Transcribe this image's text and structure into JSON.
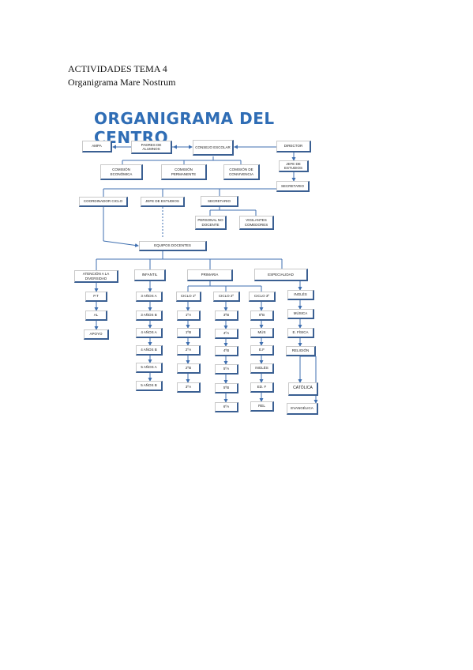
{
  "header": {
    "line1": "ACTIVIDADES TEMA 4",
    "line2": "Organigrama Mare Nostrum"
  },
  "chart_title": "ORGANIGRAMA DEL CENTRO",
  "boxes": {
    "ampa": "AMPA",
    "padres": "PADRES DE ALUMNOS",
    "consejo": "CONSEJO ESCOLAR",
    "director": "DIRECTOR",
    "jefe_estudios_top": "JEFE DE ESTUDIOS",
    "secretario_top": "SECRETARIO",
    "comision_economica": "COMISIÓN ECONÓMICA",
    "comision_permanente": "COMISIÓN PERMANENTE",
    "comision_convivencia": "COMISIÓN DE CONVIVENCIA",
    "coordinador": "COORDINADOR CICLO",
    "jefe_estudios": "JEFE DE ESTUDIOS",
    "secretario": "SECRETARIO",
    "personal_docente": "PERSONAL NO DOCENTE",
    "vigilantes": "VIGILANTES COMEDORES",
    "equipos": "EQUIPOS DOCENTES",
    "diversidad": "ATENCIÓN A LA DIVERSIDAD",
    "infantil": "INFANTIL",
    "primaria": "PRIMARIA",
    "especialidad": "ESPECIALIDAD",
    "pt": "P.T",
    "al": "AL",
    "apoyo": "APOYO",
    "inf1": "3 AÑOS A",
    "inf2": "3 AÑOS B",
    "inf3": "4 AÑOS A",
    "inf4": "4 AÑOS B",
    "inf5": "5 AÑOS A",
    "inf6": "5 AÑOS B",
    "c1_1": "CICLO 1º",
    "c1_2": "1ºA",
    "c1_3": "1ºB",
    "c1_4": "2ºA",
    "c1_5": "2ºB",
    "c1_6": "3ºA",
    "c2_1": "CICLO 2º",
    "c2_2": "3ºB",
    "c2_3": "4ºA",
    "c2_4": "4ºB",
    "c2_5": "5ºA",
    "c2_6": "5ºB",
    "c2_7": "6ºA",
    "c3_1": "CICLO 3º",
    "c3_2": "6ºB",
    "c3_3": "MÚS",
    "c3_4": "E.F",
    "c3_5": "INGLÉS",
    "c3_6": "ED. F",
    "c3_7": "REL",
    "e1": "INGLÉS",
    "e2": "MÚSICA",
    "e3": "E. FÍSICA",
    "e4": "RELIGIÓN",
    "catolica": "CATÓLICA",
    "evangelica": "EVANGÉLICA"
  },
  "colors": {
    "title": "#2f6db5",
    "connector": "#3f6fb0",
    "box_shadow": "#3a5f92"
  }
}
